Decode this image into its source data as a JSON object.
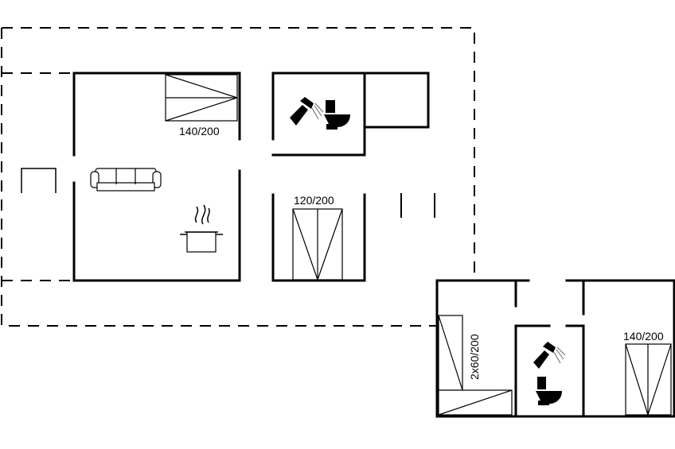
{
  "labels": {
    "bed_living": "140/200",
    "bed_middle": "120/200",
    "bed_annex_left": "2x60/200",
    "bed_annex_right": "140/200"
  },
  "icons": [
    "sofa-icon",
    "cooking-pot-icon",
    "shower-icon",
    "toilet-icon",
    "table-icon",
    "bed-icon"
  ]
}
